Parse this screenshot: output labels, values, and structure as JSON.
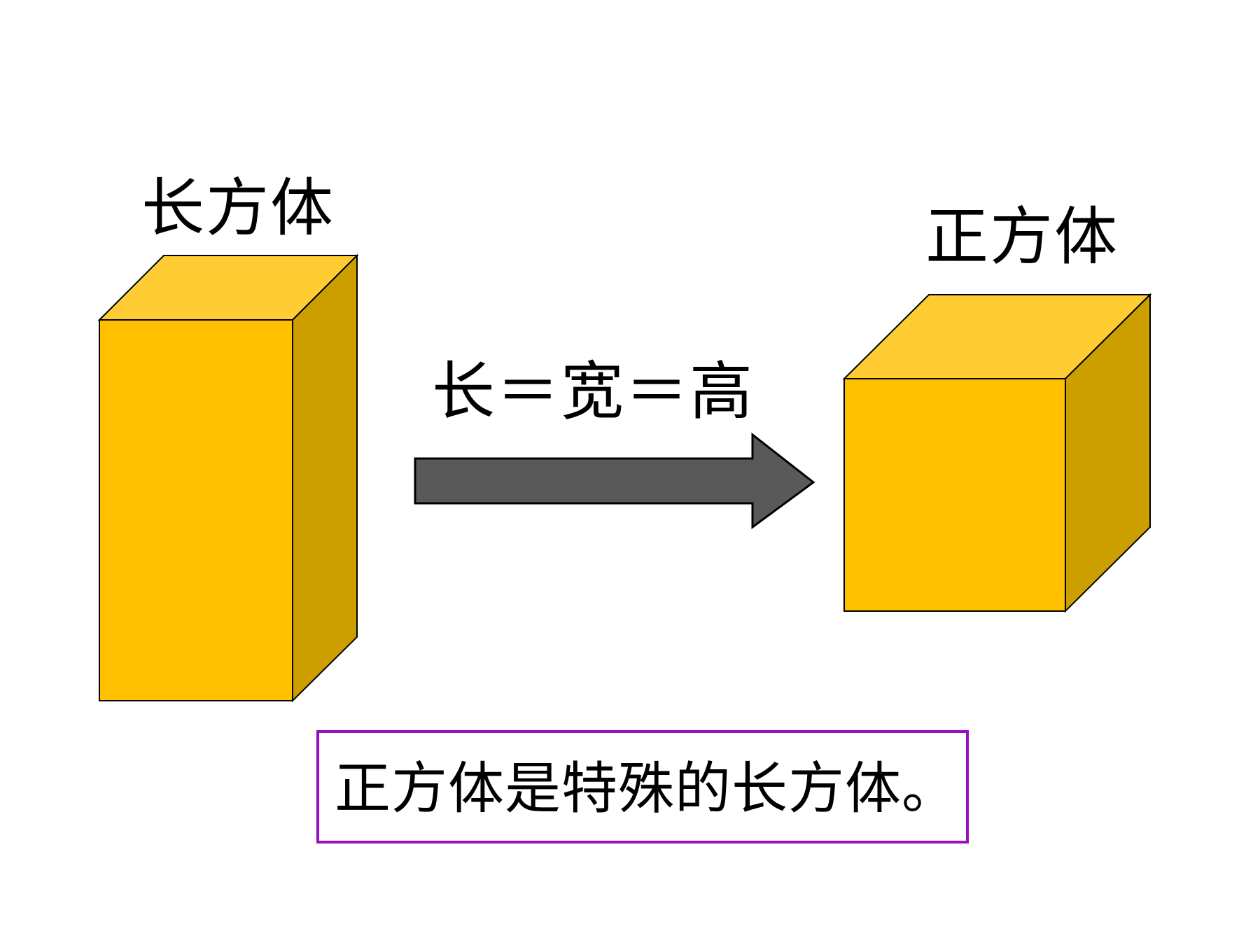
{
  "labels": {
    "cuboid": "长方体",
    "cube": "正方体",
    "relation": "长＝宽＝高"
  },
  "conclusion": "正方体是特殊的长方体。",
  "colors": {
    "front_face": "#ffc000",
    "top_face": "#ffcc33",
    "side_face": "#cc9e00",
    "arrow_fill": "#595959",
    "box_border": "#9a0fbf",
    "outline": "#000000"
  }
}
